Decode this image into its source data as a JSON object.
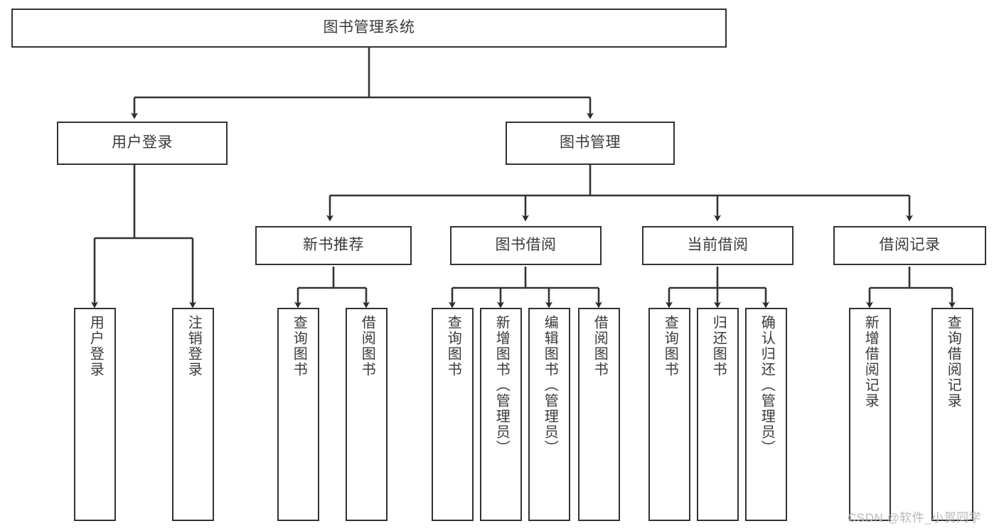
{
  "diagram": {
    "title": "图书管理系统",
    "type": "tree-hierarchy-chart",
    "colors": {
      "box_border": "#333333",
      "box_fill": "#ffffff",
      "connector": "#333333",
      "text": "#3a3a3a",
      "watermark": "#b9b9b9",
      "background": "#ffffff"
    },
    "root": {
      "label": "图书管理系统"
    },
    "level2": [
      {
        "label": "用户登录"
      },
      {
        "label": "图书管理"
      }
    ],
    "level3": [
      {
        "label": "新书推荐"
      },
      {
        "label": "图书借阅"
      },
      {
        "label": "当前借阅"
      },
      {
        "label": "借阅记录"
      }
    ],
    "leaves": {
      "user_login": [
        {
          "label": "用户登录"
        },
        {
          "label": "注销登录"
        }
      ],
      "new_book_recommend": [
        {
          "label": "查询图书"
        },
        {
          "label": "借阅图书"
        }
      ],
      "book_borrow": [
        {
          "label": "查询图书"
        },
        {
          "label": "新增图书（管理员）"
        },
        {
          "label": "编辑图书（管理员）"
        },
        {
          "label": "借阅图书"
        }
      ],
      "current_borrow": [
        {
          "label": "查询图书"
        },
        {
          "label": "归还图书"
        },
        {
          "label": "确认归还（管理员）"
        }
      ],
      "borrow_record": [
        {
          "label": "新增借阅记录"
        },
        {
          "label": "查询借阅记录"
        }
      ]
    }
  },
  "watermark": {
    "text": "CSDN @软件_小贺同学"
  }
}
